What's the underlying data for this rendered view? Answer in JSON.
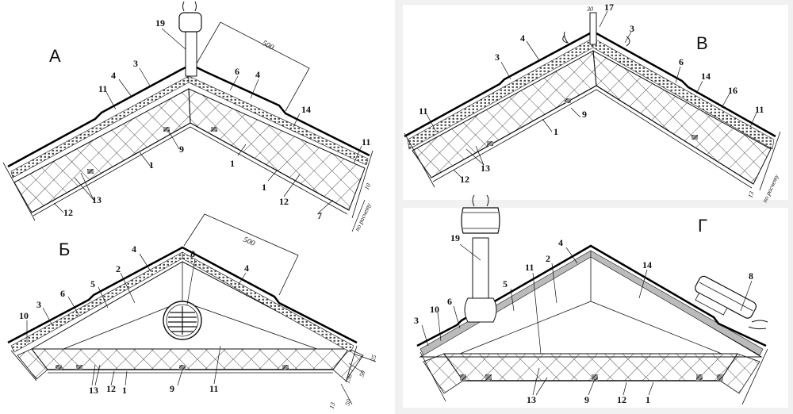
{
  "figure": {
    "panels": [
      {
        "id": "A",
        "label": "А",
        "callouts": [
          "19",
          "3",
          "4",
          "11",
          "9",
          "1",
          "13",
          "12",
          "6",
          "4",
          "14",
          "11",
          "1",
          "1",
          "12",
          "7"
        ],
        "dimensions": {
          "ridge_offset": "500",
          "layer": "10",
          "note": "по расчету"
        }
      },
      {
        "id": "B",
        "label": "Б",
        "callouts": [
          "4",
          "2",
          "5",
          "6",
          "3",
          "10",
          "8",
          "4",
          "13",
          "12",
          "1",
          "9",
          "11"
        ],
        "dimensions": {
          "ridge_offset": "500",
          "d25": "25",
          "d50a": "50",
          "d150": "150",
          "d50b": "50",
          "d13": "13"
        }
      },
      {
        "id": "V",
        "label": "В",
        "callouts": [
          "30",
          "17",
          "4",
          "3",
          "3",
          "6",
          "14",
          "16",
          "11",
          "11",
          "9",
          "1",
          "13",
          "12"
        ],
        "dimensions": {
          "d13": "13",
          "note": "по расчету"
        }
      },
      {
        "id": "G",
        "label": "Г",
        "callouts": [
          "19",
          "4",
          "2",
          "11",
          "5",
          "6",
          "10",
          "3",
          "14",
          "8",
          "13",
          "9",
          "12",
          "1"
        ],
        "dimensions": {}
      }
    ]
  }
}
